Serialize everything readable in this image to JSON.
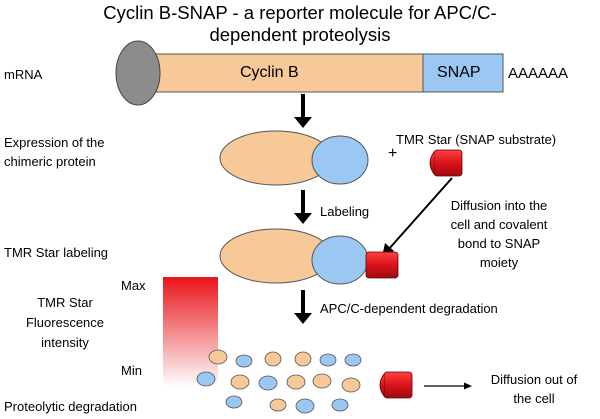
{
  "title": {
    "line1": "Cyclin B-SNAP - a reporter molecule for APC/C-",
    "line2": "dependent proteolysis"
  },
  "labels": {
    "mrna": "mRNA",
    "expression_line1": "Expression of the",
    "expression_line2": "chimeric protein",
    "tmr_labeling": "TMR Star labeling",
    "fluor_line1": "TMR Star",
    "fluor_line2": "Fluorescence",
    "fluor_line3": "intensity",
    "max": "Max",
    "min": "Min",
    "proteolytic": "Proteolytic degradation"
  },
  "construct": {
    "cyclin_b": "Cyclin B",
    "snap": "SNAP",
    "poly_a": "AAAAAA"
  },
  "steps": {
    "plus": "+",
    "substrate": "TMR Star (SNAP substrate)",
    "labeling": "Labeling",
    "diffusion_in_line1": "Diffusion into the",
    "diffusion_in_line2": "cell and covalent",
    "diffusion_in_line3": "bond to SNAP",
    "diffusion_in_line4": "moiety",
    "degradation": "APC/C-dependent degradation",
    "diffusion_out_line1": "Diffusion out of",
    "diffusion_out_line2": "the cell"
  },
  "colors": {
    "cap": "#8c8c8c",
    "cyclin": "#f7c898",
    "snap": "#9ac8f2",
    "tmr": "#e8141a",
    "gradient_top": "#e8141a",
    "gradient_bottom": "#ffffff"
  }
}
